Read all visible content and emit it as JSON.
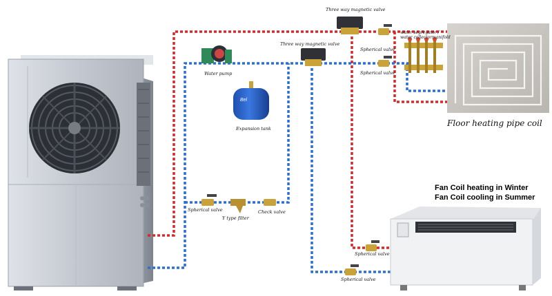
{
  "labels": {
    "three_way_valve_top": "Three way magnetic valve",
    "three_way_valve_mid": "Three way magnetic valve",
    "water_pump": "Water pump",
    "expansion_tank": "Expansion tank",
    "tank_brand": "Bel",
    "spherical_valve_top": "Spherical valve",
    "spherical_valve_mid": "Spherical valve",
    "spherical_valve_left": "Spherical valve",
    "y_filter": "Y type filter",
    "check_valve": "Check valve",
    "spherical_valve_fc1": "Spherical valve",
    "spherical_valve_fc2": "Spherical valve",
    "segregator": "water segregator /\nwater collectormanifold"
  },
  "floor_caption": "Floor heating pipe coil",
  "fan_coil": {
    "line1": "Fan Coil heating in Winter",
    "line2": "Fan Coil cooling in Summer"
  },
  "colors": {
    "hot_pipe": "#d42a2a",
    "cold_pipe": "#2a6fd4",
    "unit_body": "#c9ccd3",
    "fan_coil_body": "#f1f2f4"
  }
}
